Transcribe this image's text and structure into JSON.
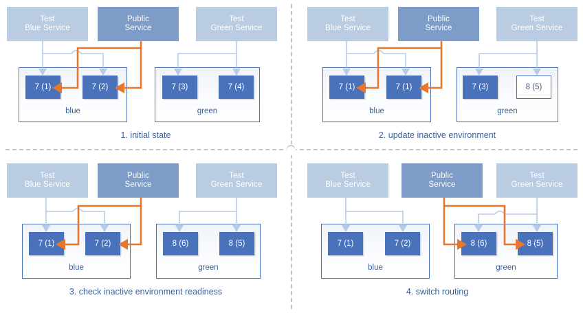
{
  "diagram": {
    "title": "blue-green deployment sequence",
    "colors": {
      "test_service": "#bacce1",
      "public_service": "#7d9dc8",
      "version_box": "#4a72ba",
      "public_route": "#e8772e",
      "test_route": "#b6cbe3",
      "env_border": "#4a72ba",
      "text_blue": "#3c5f96",
      "divider": "#c4c4c4"
    }
  },
  "panels": [
    {
      "id": "panel-1",
      "caption": "1. initial state",
      "services": {
        "test_blue": "Test\nBlue Service",
        "public": "Public\nService",
        "test_green": "Test\nGreen Service"
      },
      "environments": [
        {
          "name": "blue",
          "instances": [
            {
              "label": "7 (1)",
              "style": "filled"
            },
            {
              "label": "7 (2)",
              "style": "filled"
            }
          ]
        },
        {
          "name": "green",
          "instances": [
            {
              "label": "7 (3)",
              "style": "filled"
            },
            {
              "label": "7 (4)",
              "style": "filled"
            }
          ]
        }
      ],
      "routing": {
        "public_traffic_to": "blue",
        "test_blue_to": "blue",
        "test_green_to": "green"
      }
    },
    {
      "id": "panel-2",
      "caption": "2. update inactive environment",
      "services": {
        "test_blue": "Test\nBlue Service",
        "public": "Public\nService",
        "test_green": "Test\nGreen Service"
      },
      "environments": [
        {
          "name": "blue",
          "instances": [
            {
              "label": "7 (1)",
              "style": "filled"
            },
            {
              "label": "7 (1)",
              "style": "filled"
            }
          ]
        },
        {
          "name": "green",
          "instances": [
            {
              "label": "7 (3)",
              "style": "filled"
            },
            {
              "label": "8 (5)",
              "style": "outline"
            }
          ]
        }
      ],
      "routing": {
        "public_traffic_to": "blue",
        "test_blue_to": "blue",
        "test_green_to": "green"
      }
    },
    {
      "id": "panel-3",
      "caption": "3. check inactive environment readiness",
      "services": {
        "test_blue": "Test\nBlue Service",
        "public": "Public\nService",
        "test_green": "Test\nGreen Service"
      },
      "environments": [
        {
          "name": "blue",
          "instances": [
            {
              "label": "7 (1)",
              "style": "filled"
            },
            {
              "label": "7 (2)",
              "style": "filled"
            }
          ]
        },
        {
          "name": "green",
          "instances": [
            {
              "label": "8 (6)",
              "style": "filled"
            },
            {
              "label": "8 (5)",
              "style": "filled"
            }
          ]
        }
      ],
      "routing": {
        "public_traffic_to": "blue",
        "test_blue_to": "blue",
        "test_green_to": "green"
      }
    },
    {
      "id": "panel-4",
      "caption": "4. switch routing",
      "services": {
        "test_blue": "Test\nBlue Service",
        "public": "Public\nService",
        "test_green": "Test\nGreen Service"
      },
      "environments": [
        {
          "name": "blue",
          "instances": [
            {
              "label": "7 (1)",
              "style": "filled"
            },
            {
              "label": "7 (2)",
              "style": "filled"
            }
          ]
        },
        {
          "name": "green",
          "instances": [
            {
              "label": "8 (6)",
              "style": "filled"
            },
            {
              "label": "8 (5)",
              "style": "filled"
            }
          ]
        }
      ],
      "routing": {
        "public_traffic_to": "green",
        "test_blue_to": "blue",
        "test_green_to": "green"
      }
    }
  ]
}
